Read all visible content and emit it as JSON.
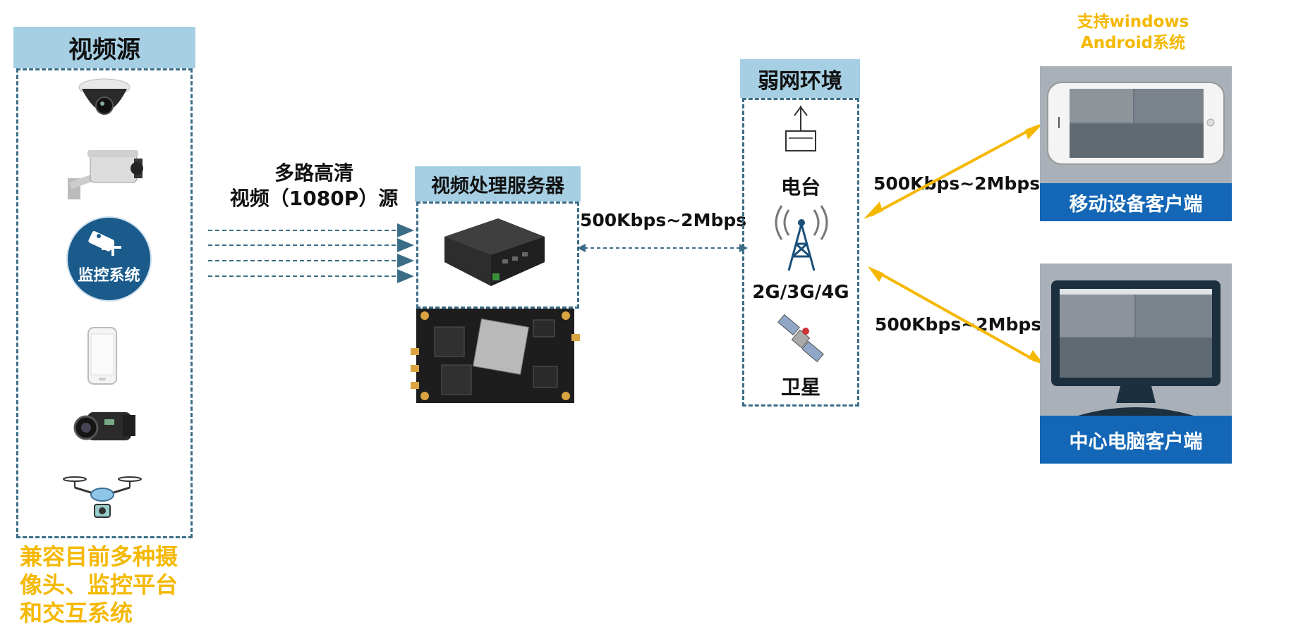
{
  "video_source": {
    "title": "视频源",
    "monitor_badge": "监控系统",
    "note_lines": [
      "兼容目前多种摄",
      "像头、监控平台",
      "和交互系统"
    ]
  },
  "streams_label": [
    "多路高清",
    "视频（1080P）源"
  ],
  "server": {
    "title": "视频处理服务器"
  },
  "link_label_server": "500Kbps~2Mbps",
  "weak_network": {
    "title": "弱网环境",
    "radio_label": "电台",
    "cellular_label": "2G/3G/4G",
    "satellite_label": "卫星"
  },
  "link_label_mobile": "500Kbps~2Mbps",
  "link_label_pc": "500Kbps~2Mbps",
  "mobile_client": {
    "os_note_lines": [
      "支持windows",
      "Android系统"
    ],
    "label": "移动设备客户端"
  },
  "pc_client": {
    "label": "中心电脑客户端"
  },
  "colors": {
    "header_blue": "#a6cfe3",
    "dash_blue": "#3c6d87",
    "accent_orange": "#f5b800",
    "client_blue": "#1467b6"
  }
}
